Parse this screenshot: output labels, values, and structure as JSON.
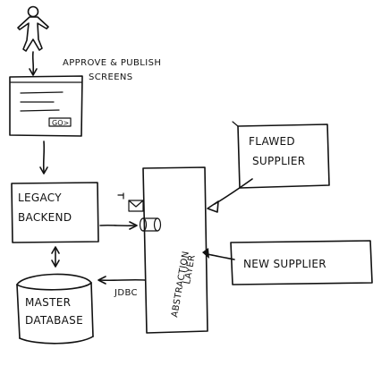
{
  "labels": {
    "approve_line1": "APPROVE & PUBLISH",
    "approve_line2": "SCREENS",
    "button_text": "GO>",
    "legacy_line1": "LEGACY",
    "legacy_line2": "BACKEND",
    "master_line1": "MASTER",
    "master_line2": "DATABASE",
    "abstraction_line1": "ABSTRACTION",
    "abstraction_line2": "LAYER",
    "flawed_line1": "FLAWED",
    "flawed_line2": "SUPPLIER",
    "new_supplier": "NEW SUPPLIER",
    "jdbc": "JDBC"
  }
}
